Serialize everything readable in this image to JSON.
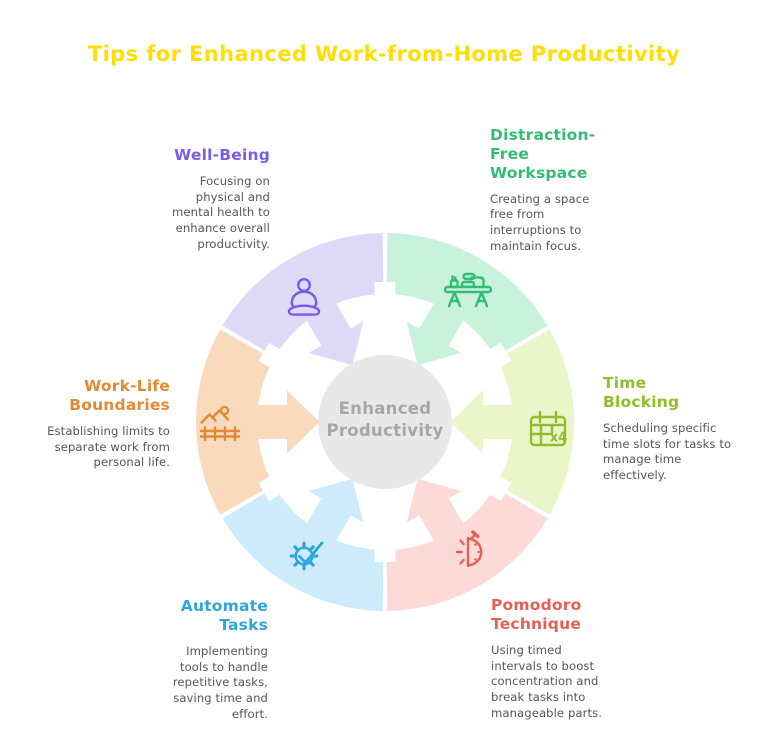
{
  "page_title": "Tips for Enhanced Work-from-Home Productivity",
  "title_color": "#FFDE05",
  "hub": {
    "label": "Enhanced Productivity",
    "circle_color": "#E8E8E8",
    "label_color": "#A7A7A7"
  },
  "sections": [
    {
      "title": "Well-Being",
      "description": "Focusing on physical and mental health to enhance overall productivity.",
      "color": "#7A5CE8",
      "wedge_color": "#DFD9F8",
      "icon": "meditation-person-icon",
      "position": "top-left"
    },
    {
      "title": "Distraction-Free Workspace",
      "description": "Creating a space free from interruptions to maintain focus.",
      "color": "#33BC75",
      "wedge_color": "#C9F2DC",
      "icon": "desk-workspace-icon",
      "position": "top-right"
    },
    {
      "title": "Time Blocking",
      "description": "Scheduling specific time slots for tasks to manage time effectively.",
      "color": "#8FBE2B",
      "wedge_color": "#EAF6C9",
      "icon": "calendar-x4-icon",
      "position": "right"
    },
    {
      "title": "Pomodoro Technique",
      "description": "Using timed intervals to boost concentration and break tasks into manageable parts.",
      "color": "#E85D56",
      "wedge_color": "#FBDAD8",
      "icon": "pomodoro-timer-icon",
      "position": "bottom-right"
    },
    {
      "title": "Automate Tasks",
      "description": "Implementing tools to handle repetitive tasks, saving time and effort.",
      "color": "#2CA6DB",
      "wedge_color": "#CDEBFA",
      "icon": "gear-checkmark-icon",
      "position": "bottom-left"
    },
    {
      "title": "Work-Life Boundaries",
      "description": "Establishing limits to separate work from personal life.",
      "color": "#E18A33",
      "wedge_color": "#FADABC",
      "icon": "fence-boundary-icon",
      "position": "left"
    }
  ],
  "calendar_badge": "x4"
}
